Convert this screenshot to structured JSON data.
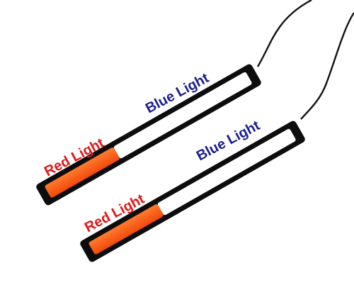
{
  "strips": [
    {
      "red_label": "Red Light",
      "blue_label": "Blue Light"
    },
    {
      "red_label": "Red Light",
      "blue_label": "Blue Light"
    }
  ],
  "colors": {
    "background": "#ffffff",
    "housing": "#0d0d0d",
    "red_segment": "#ff5a14",
    "blue_segment": "#ffffff",
    "red_text": "#e01818",
    "blue_text": "#1c1e8c",
    "cable": "#111111"
  }
}
